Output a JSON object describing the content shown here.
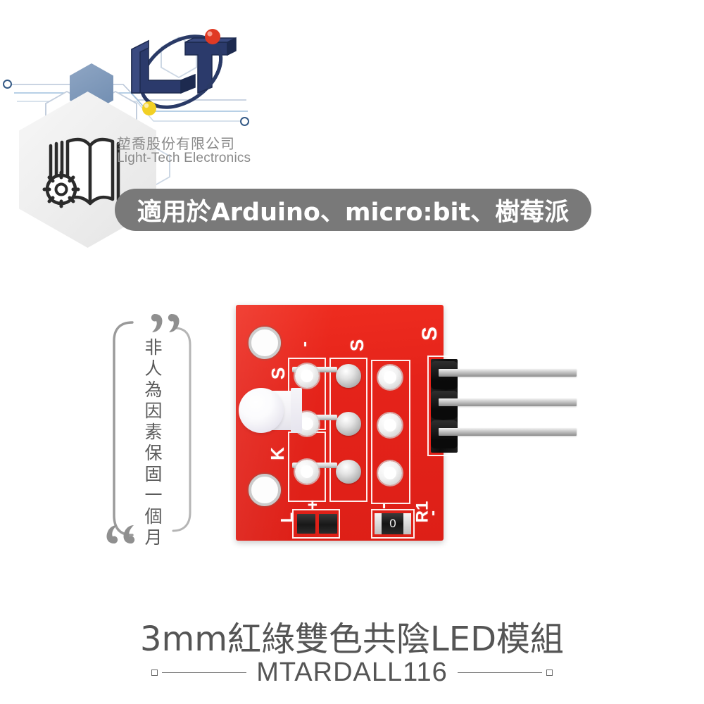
{
  "brand": {
    "logo_mark": "LT",
    "name_cn": "堃喬股份有限公司",
    "name_en": "Light-Tech Electronics"
  },
  "banner": {
    "text": "適用於Arduino、micro:bit、樹莓派",
    "bg_color": "#797979",
    "text_color": "#ffffff"
  },
  "warranty": {
    "text": "非人為因素保固一個月",
    "open_quote": "”",
    "close_quote": "„"
  },
  "product": {
    "title": "3mm紅綠雙色共陰LED模組",
    "sku": "MTARDALL116"
  },
  "module": {
    "pcb_color": "#e5231a",
    "silkscreen": {
      "minus_top": "-",
      "s_middle": "S",
      "s_right": "S",
      "plus": "+",
      "minus_bottom": "-",
      "r1": "R1",
      "minus_right": "-",
      "led_s": "S",
      "led_k": "K",
      "led_l": "L"
    },
    "resistor_value": "0",
    "header_pin_count": 3
  },
  "colors": {
    "accent_navy": "#2d4e78",
    "hex_light": "#8fa6c4",
    "orbit_red": "#e03a24",
    "orbit_yellow": "#f2d024",
    "text_gray": "#8a8a8a",
    "title_gray": "#555555"
  }
}
